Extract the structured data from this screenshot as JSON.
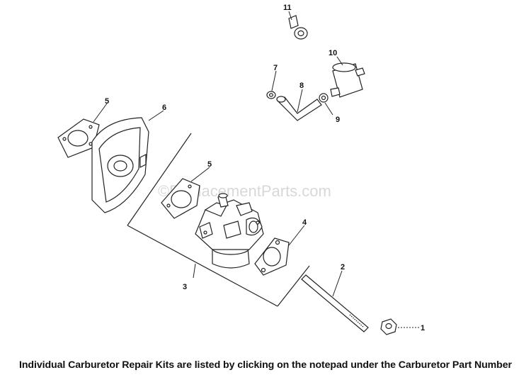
{
  "watermark": "©ReplacementParts.com",
  "footer_note": "Individual Carburetor Repair Kits are listed by clicking on the notepad under the Carburetor Part Number",
  "callouts": {
    "c1": "1",
    "c2": "2",
    "c3": "3",
    "c4": "4",
    "c5a": "5",
    "c5b": "5",
    "c6": "6",
    "c7": "7",
    "c8": "8",
    "c9": "9",
    "c10": "10",
    "c11": "11"
  }
}
